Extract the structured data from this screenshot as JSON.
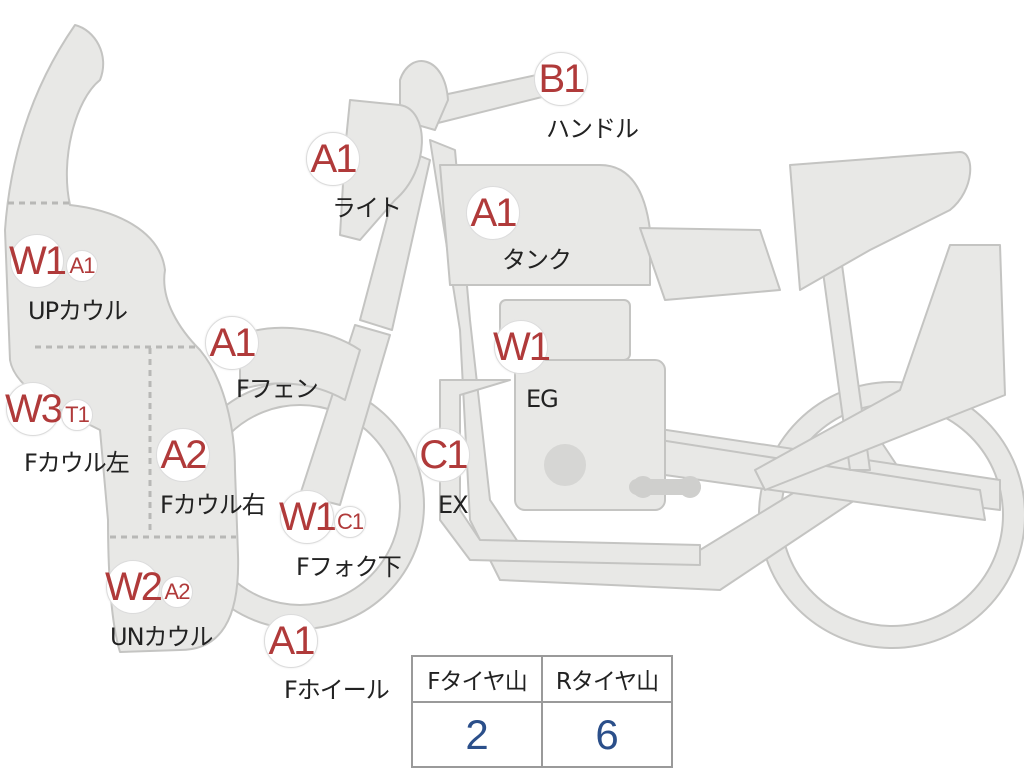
{
  "callouts": [
    {
      "id": "up-cowl",
      "codes": [
        "W1",
        "A1"
      ],
      "label": "UPカウル"
    },
    {
      "id": "f-cowl-left",
      "codes": [
        "W3",
        "T1"
      ],
      "label": "Fカウル左"
    },
    {
      "id": "f-cowl-right",
      "codes": [
        "A2"
      ],
      "label": "Fカウル右"
    },
    {
      "id": "un-cowl",
      "codes": [
        "W2",
        "A2"
      ],
      "label": "UNカウル"
    },
    {
      "id": "light",
      "codes": [
        "A1"
      ],
      "label": "ライト"
    },
    {
      "id": "handle",
      "codes": [
        "B1"
      ],
      "label": "ハンドル"
    },
    {
      "id": "tank",
      "codes": [
        "A1"
      ],
      "label": "タンク"
    },
    {
      "id": "f-fender",
      "codes": [
        "A1"
      ],
      "label": "Fフェン"
    },
    {
      "id": "engine",
      "codes": [
        "W1"
      ],
      "label": "EG"
    },
    {
      "id": "exhaust",
      "codes": [
        "C1"
      ],
      "label": "EX"
    },
    {
      "id": "f-fork-lower",
      "codes": [
        "W1",
        "C1"
      ],
      "label": "Fフォク下"
    },
    {
      "id": "f-wheel",
      "codes": [
        "A1"
      ],
      "label": "Fホイール"
    }
  ],
  "tread_table": {
    "headers": [
      "Fタイヤ山",
      "Rタイヤ山"
    ],
    "values": [
      "2",
      "6"
    ]
  },
  "colors": {
    "body_fill": "#e8e8e6",
    "outline": "#c4c4c2",
    "code_text": "#b03a3a",
    "value_text": "#2b4f8a"
  }
}
